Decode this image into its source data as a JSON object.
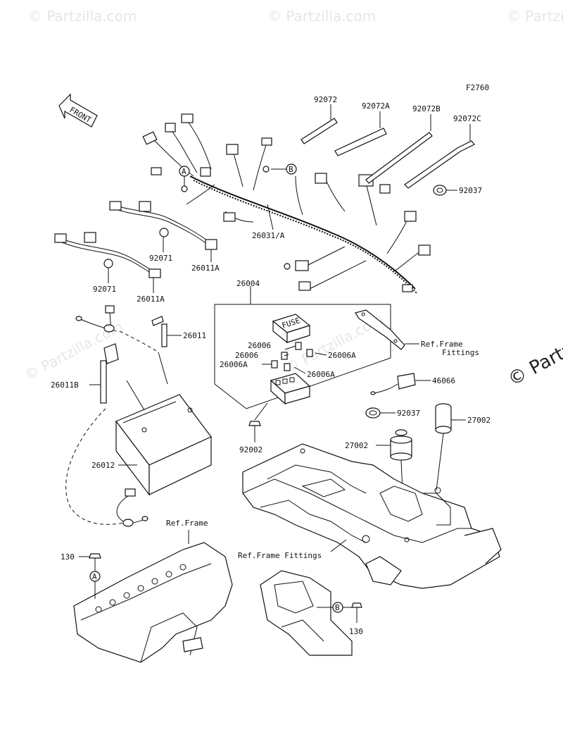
{
  "figure_code": "F2760",
  "front_label": "FRONT",
  "watermark": "© Partzilla.com",
  "watermark_side": "© Partz",
  "callouts": {
    "p92072": "92072",
    "p92072A": "92072A",
    "p92072B": "92072B",
    "p92072C": "92072C",
    "p92037a": "92037",
    "p26031A": "26031/A",
    "p92071a": "92071",
    "p26011Aa": "26011A",
    "p92071b": "92071",
    "p26011Ab": "26011A",
    "p26004": "26004",
    "p26006a": "26006",
    "p26006b": "26006",
    "p26006Aa": "26006A",
    "p26006Ab": "26006A",
    "p26006Ac": "26006A",
    "p26011": "26011",
    "p26011B": "26011B",
    "refFrameFittings1a": "Ref.Frame",
    "refFrameFittings1b": "Fittings",
    "p46066": "46066",
    "p92037b": "92037",
    "p27002a": "27002",
    "p27002b": "27002",
    "p92002": "92002",
    "p26012": "26012",
    "refFrame": "Ref.Frame",
    "refFrameFittings2": "Ref.Frame Fittings",
    "p130a": "130",
    "p130b": "130",
    "markerA1": "A",
    "markerB1": "B",
    "markerA2": "A",
    "markerB2": "B"
  },
  "fuse_text": "FUSE"
}
